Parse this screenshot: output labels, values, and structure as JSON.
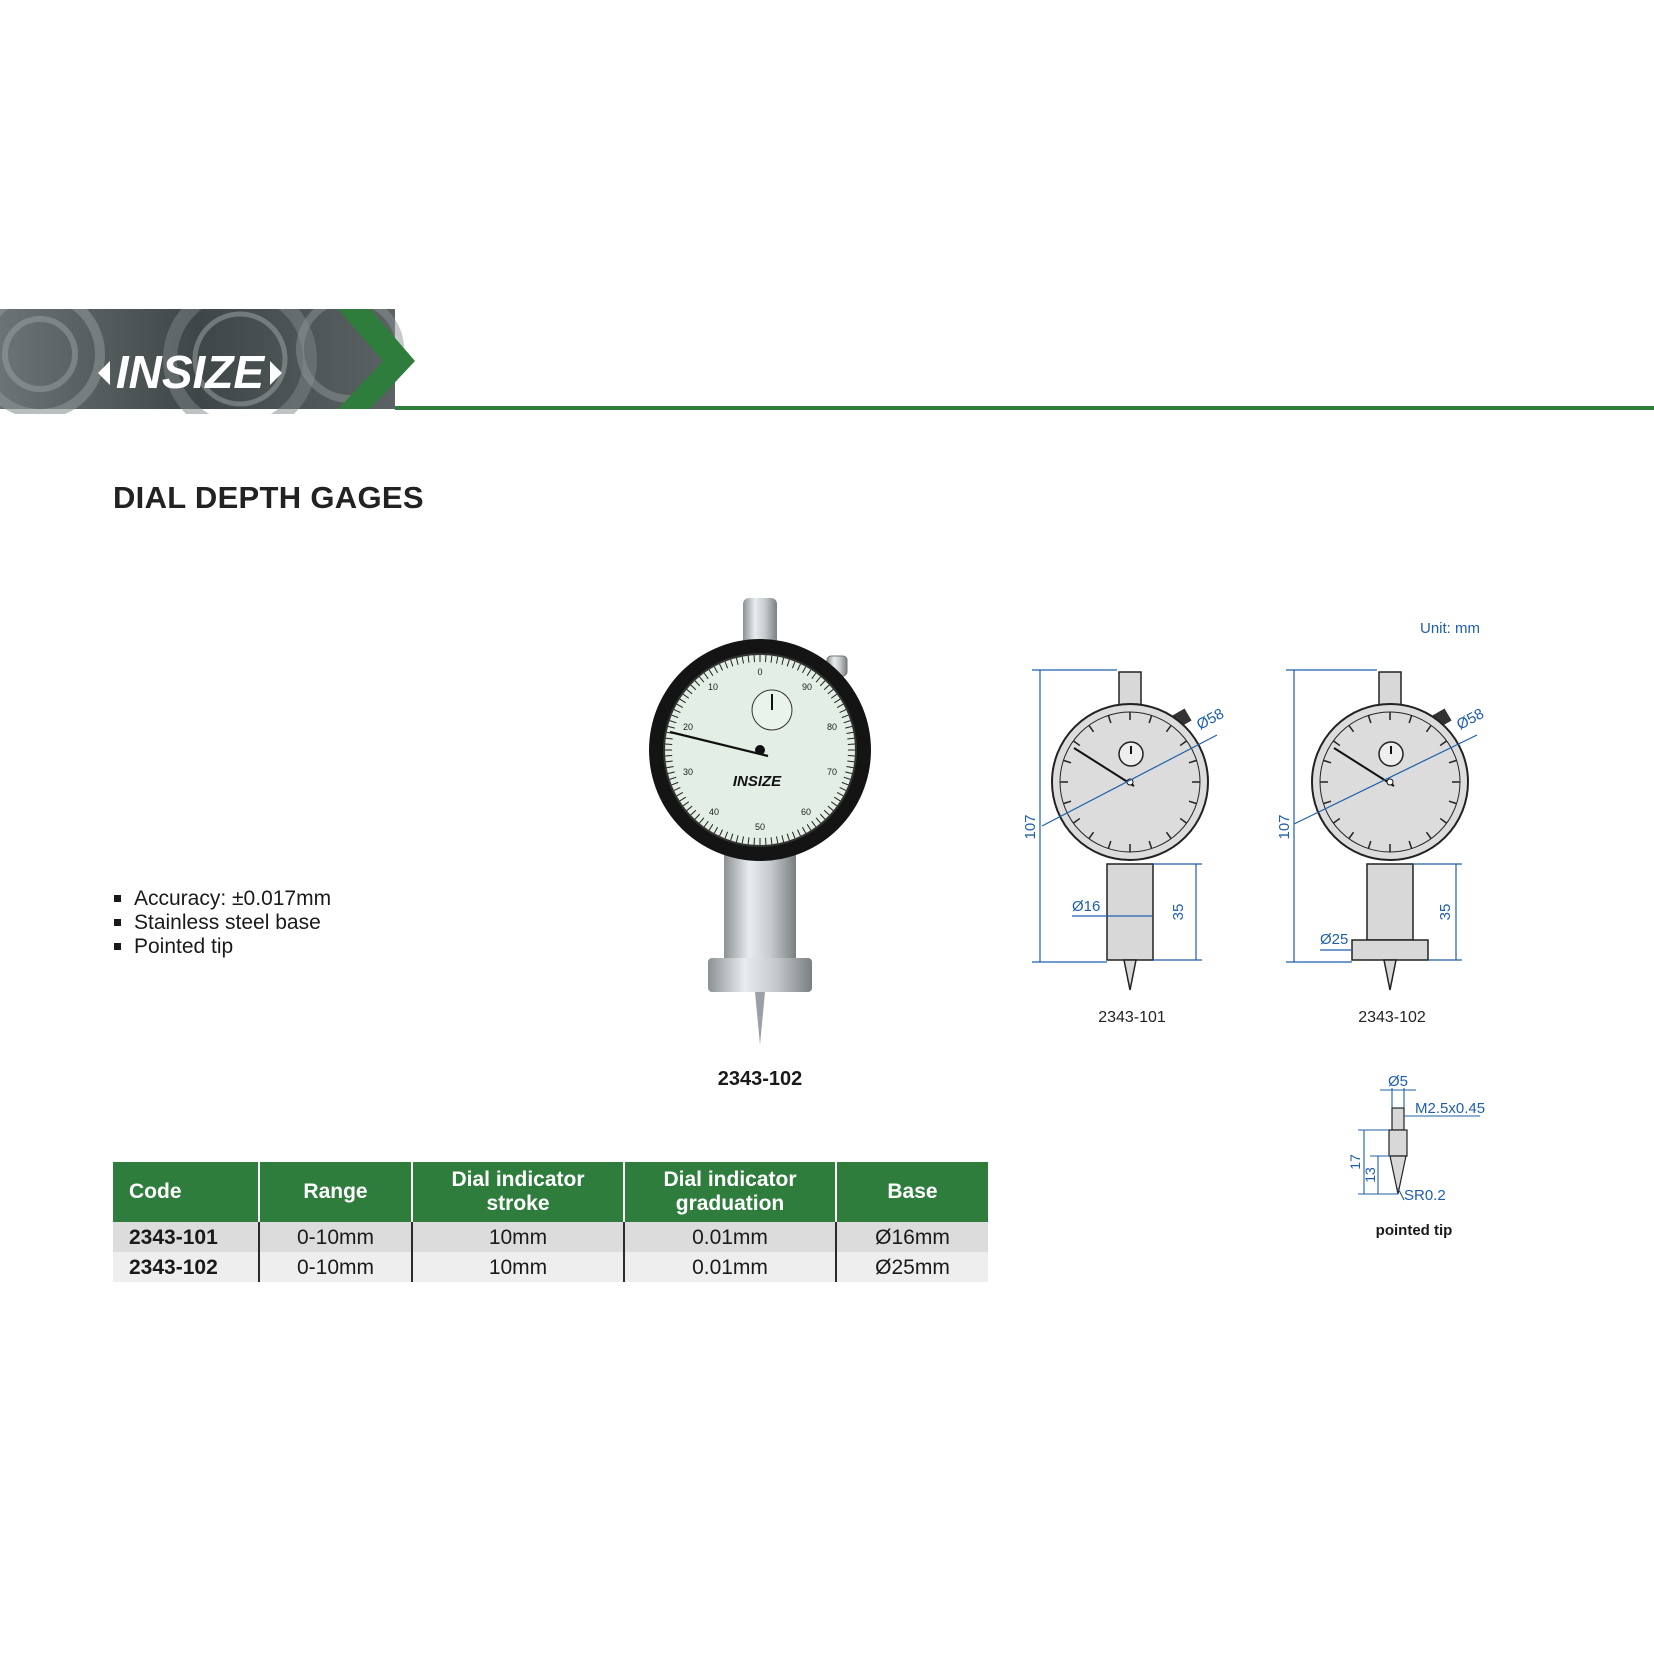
{
  "header": {
    "brand": "INSIZE",
    "colors": {
      "green": "#2f7d3d",
      "banner_dark": "#3c4446"
    }
  },
  "page_title": "DIAL DEPTH GAGES",
  "features": [
    "Accuracy: ±0.017mm",
    "Stainless steel base",
    "Pointed tip"
  ],
  "photo": {
    "caption": "2343-102",
    "dial_numbers": [
      "0",
      "10",
      "20",
      "30",
      "40",
      "50",
      "60",
      "70",
      "80",
      "90"
    ],
    "dial_brand": "INSIZE"
  },
  "drawings": {
    "unit": "Unit: mm",
    "items": [
      {
        "code": "2343-101",
        "diameter": "Ø58",
        "height": "107",
        "stem": "35",
        "base": "Ø16"
      },
      {
        "code": "2343-102",
        "diameter": "Ø58",
        "height": "107",
        "stem": "35",
        "base": "Ø25"
      }
    ],
    "tip": {
      "caption": "pointed tip",
      "diameter": "Ø5",
      "thread": "M2.5x0.45",
      "total_length": "17",
      "cone_length": "13",
      "radius": "SR0.2"
    }
  },
  "table": {
    "headers": [
      "Code",
      "Range",
      "Dial indicator stroke",
      "Dial indicator graduation",
      "Base"
    ],
    "rows": [
      [
        "2343-101",
        "0-10mm",
        "10mm",
        "0.01mm",
        "Ø16mm"
      ],
      [
        "2343-102",
        "0-10mm",
        "10mm",
        "0.01mm",
        "Ø25mm"
      ]
    ]
  }
}
